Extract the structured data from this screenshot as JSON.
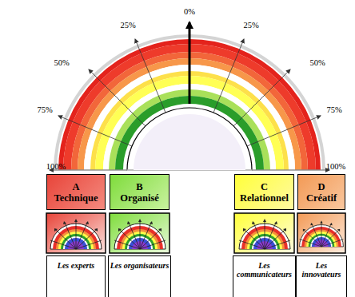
{
  "diagram": {
    "nodes": [
      {
        "text": [
          "A",
          "Technique"
        ]
      },
      {
        "text": [
          "B",
          "Organisé"
        ]
      },
      {
        "text": [
          "C",
          "Relationnel"
        ]
      },
      {
        "text": [
          "D",
          "Créatif"
        ]
      },
      {
        "text": [
          "Les experts"
        ]
      },
      {
        "text": [
          "Les organisateurs"
        ]
      },
      {
        "text": [
          "Les communicateurs"
        ]
      },
      {
        "text": [
          "Les innovateurs"
        ]
      }
    ],
    "labels": [
      "0%",
      "25%",
      "25%",
      "50%",
      "50%",
      "75%",
      "75%",
      "100%",
      "100%"
    ]
  }
}
